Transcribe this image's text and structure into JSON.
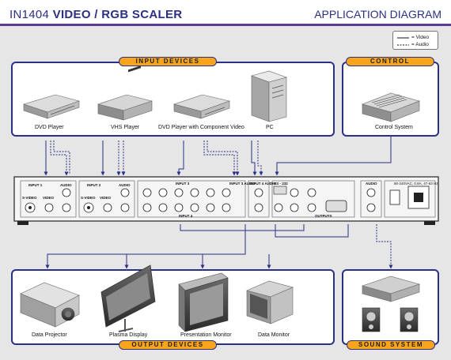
{
  "header": {
    "model": "IN1404",
    "title_bold": "VIDEO / RGB SCALER",
    "right_title": "APPLICATION DIAGRAM"
  },
  "legend": {
    "video": "= Video",
    "audio": "= Audio"
  },
  "sections": {
    "input_devices": "INPUT DEVICES",
    "control": "CONTROL",
    "output_devices": "OUTPUT DEVICES",
    "sound_system": "SOUND SYSTEM"
  },
  "input_devices": [
    {
      "label": "DVD Player"
    },
    {
      "label": "VHS Player"
    },
    {
      "label": "DVD Player with Component Video"
    },
    {
      "label": "PC"
    }
  ],
  "control_device": {
    "label": "Control System"
  },
  "output_devices": [
    {
      "label": "Data Projector"
    },
    {
      "label": "Plasma Display"
    },
    {
      "label": "Presentation Monitor"
    },
    {
      "label": "Data Monitor"
    }
  ],
  "panel": {
    "input1": "INPUT 1",
    "input2": "INPUT 2",
    "input3": "INPUT 3",
    "input3_audio": "INPUT 3 AUDIO",
    "input4_audio": "INPUT 4 AUDIO",
    "input4": "INPUT 4",
    "outputs": "OUTPUTS",
    "rs232": "RS - 232",
    "audio": "AUDIO",
    "svideo": "S-VIDEO",
    "video": "VIDEO",
    "power": "90-240VAC, 0.8A, 47-63 Hz"
  },
  "colors": {
    "brand": "#2b2f86",
    "accent": "#f7a51d",
    "rule": "#5a3c92"
  }
}
